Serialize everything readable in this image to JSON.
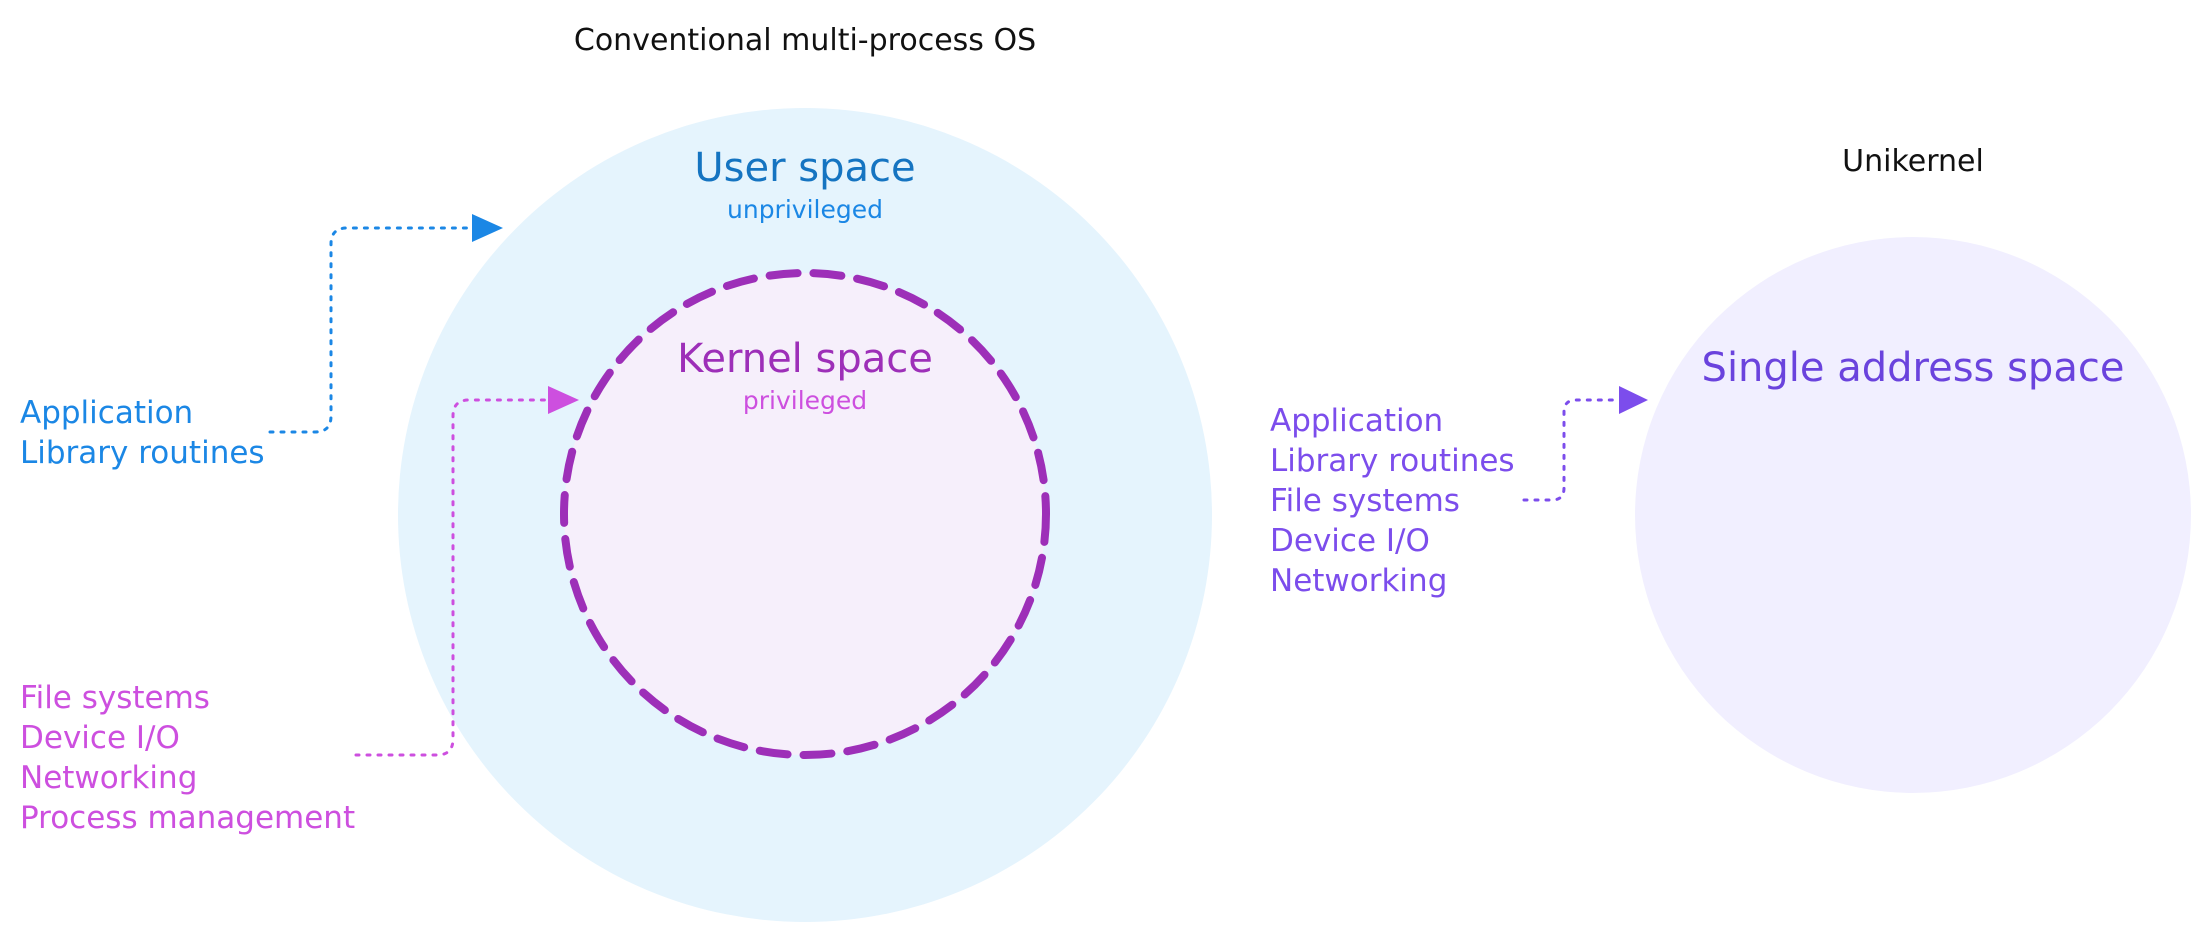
{
  "conventional": {
    "title": "Conventional multi-process OS",
    "user_space": {
      "label": "User space",
      "sublabel": "unprivileged"
    },
    "kernel_space": {
      "label": "Kernel space",
      "sublabel": "privileged"
    },
    "user_items": [
      "Application",
      "Library routines"
    ],
    "kernel_items": [
      "File systems",
      "Device I/O",
      "Networking",
      "Process management"
    ]
  },
  "unikernel": {
    "title": "Unikernel",
    "space": {
      "label": "Single address space"
    },
    "items": [
      "Application",
      "Library routines",
      "File systems",
      "Device I/O",
      "Networking"
    ]
  },
  "colors": {
    "user_blue": "#1b87e5",
    "user_space_title": "#1574c1",
    "user_space_fill": "#e5f4fd",
    "kernel_purple": "#9d2fb8",
    "kernel_fill": "#f6effb",
    "kernel_items": "#cd4fdf",
    "unikernel_purple": "#6a43dd",
    "unikernel_items": "#7c4dec",
    "unikernel_fill": "#f1efff"
  }
}
